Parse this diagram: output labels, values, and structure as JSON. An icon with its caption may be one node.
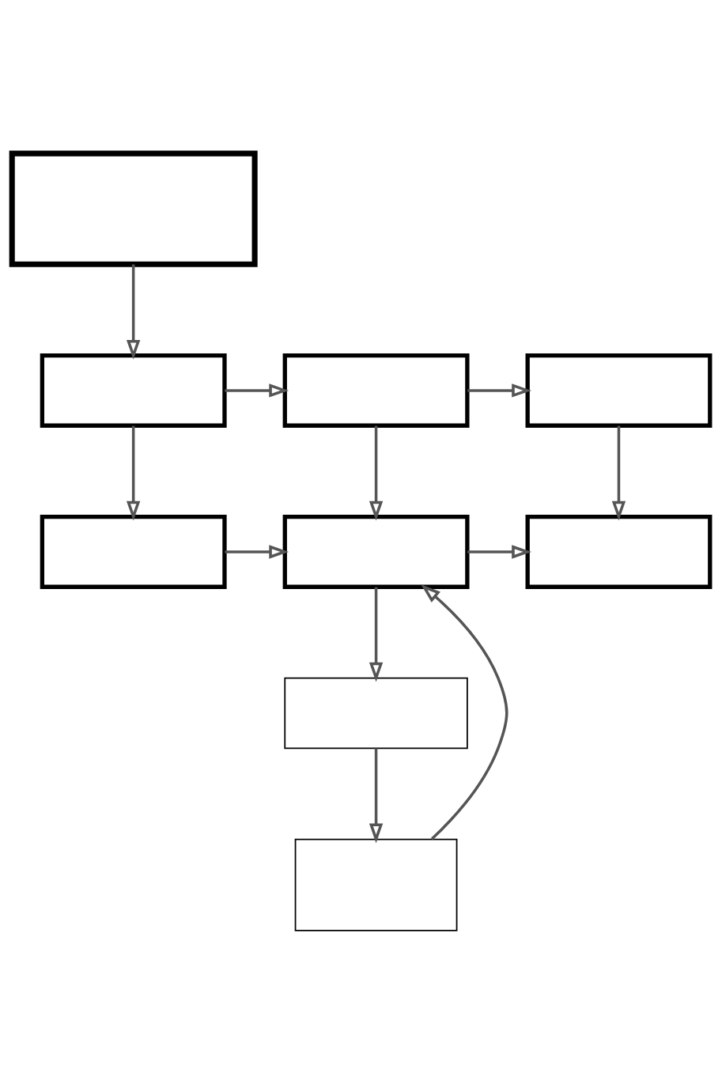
{
  "diagram": {
    "nodes": [
      {
        "text": [],
        "shape": "box"
      },
      {
        "text": [],
        "shape": "box"
      },
      {
        "text": [],
        "shape": "box"
      },
      {
        "text": [],
        "shape": "box"
      },
      {
        "text": [],
        "shape": "box"
      },
      {
        "text": [],
        "shape": "box"
      },
      {
        "text": [],
        "shape": "box"
      },
      {
        "text": [],
        "shape": "box"
      },
      {
        "text": [],
        "shape": "box"
      }
    ],
    "edges": [
      {
        "from": 0,
        "to": 1,
        "arrow": "to"
      },
      {
        "from": 1,
        "to": 2,
        "arrow": "to"
      },
      {
        "from": 2,
        "to": 3,
        "arrow": "to"
      },
      {
        "from": 1,
        "to": 4,
        "arrow": "to"
      },
      {
        "from": 2,
        "to": 5,
        "arrow": "to"
      },
      {
        "from": 3,
        "to": 6,
        "arrow": "to"
      },
      {
        "from": 4,
        "to": 5,
        "arrow": "to"
      },
      {
        "from": 5,
        "to": 6,
        "arrow": "to"
      },
      {
        "from": 5,
        "to": 7,
        "arrow": "to"
      },
      {
        "from": 7,
        "to": 8,
        "arrow": "to"
      },
      {
        "from": 8,
        "to": 5,
        "arrow": "to"
      }
    ]
  }
}
